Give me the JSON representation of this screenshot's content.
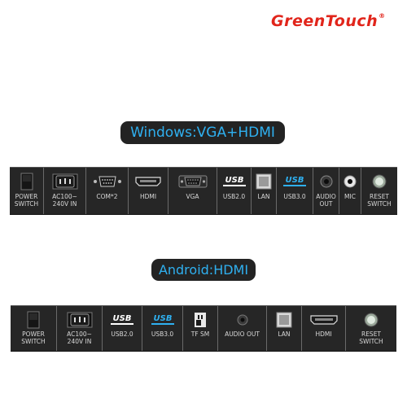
{
  "brand": {
    "name": "GreenTouch",
    "mark": "®"
  },
  "windows": {
    "title": "Windows:VGA+HDMI",
    "ports": [
      {
        "label": "POWER\nSWITCH",
        "icon": "rocker-switch-icon"
      },
      {
        "label": "AC100~\n240V IN",
        "icon": "ac-socket-icon"
      },
      {
        "label": "COM*2",
        "icon": "com-port-icon"
      },
      {
        "label": "HDMI",
        "icon": "hdmi-port-icon"
      },
      {
        "label": "VGA",
        "icon": "vga-port-icon"
      },
      {
        "label": "USB2.0",
        "icon": "usb-logo-icon",
        "icon_text": "USB"
      },
      {
        "label": "LAN",
        "icon": "lan-port-icon"
      },
      {
        "label": "USB3.0",
        "icon": "usb3-logo-icon",
        "icon_text": "USB"
      },
      {
        "label": "AUDIO\nOUT",
        "icon": "audio-jack-icon"
      },
      {
        "label": "MIC",
        "icon": "mic-jack-icon"
      },
      {
        "label": "RESET\nSWITCH",
        "icon": "reset-button-icon"
      }
    ]
  },
  "android": {
    "title": "Android:HDMI",
    "ports": [
      {
        "label": "POWER\nSWITCH",
        "icon": "rocker-switch-icon"
      },
      {
        "label": "AC100~\n240V IN",
        "icon": "ac-socket-icon"
      },
      {
        "label": "USB2.0",
        "icon": "usb-logo-icon",
        "icon_text": "USB"
      },
      {
        "label": "USB3.0",
        "icon": "usb3-logo-icon",
        "icon_text": "USB"
      },
      {
        "label": "TF SM",
        "icon": "sd-card-icon"
      },
      {
        "label": "AUDIO OUT",
        "icon": "audio-jack-icon"
      },
      {
        "label": "LAN",
        "icon": "lan-port-icon"
      },
      {
        "label": "HDMI",
        "icon": "hdmi-port-icon"
      },
      {
        "label": "RESET\nSWITCH",
        "icon": "reset-button-icon"
      }
    ]
  },
  "colors": {
    "brand": "#e1251b",
    "title_text": "#2fb0f0",
    "panel": "#262626",
    "label": "#d8d8d8",
    "usb3": "#2fb0f0"
  }
}
